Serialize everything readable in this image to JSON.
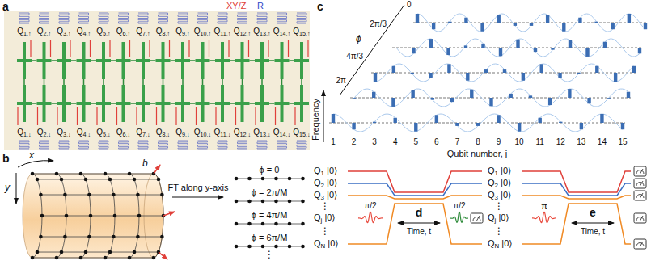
{
  "diagram": {
    "labels": [
      "a",
      "XY/Z",
      "R",
      "Q1,↑",
      "Q2,↑",
      "Q3,↑",
      "Q4,↑",
      "Q5,↑",
      "Q6,↑",
      "Q7,↑",
      "Q8,↑",
      "Q9,↑",
      "Q10,↑",
      "Q11,↑",
      "Q12,↑",
      "Q13,↑",
      "Q14,↑",
      "Q15,↑",
      "Q1,↓",
      "Q2,↓",
      "Q3,↓",
      "Q4,↓",
      "Q5,↓",
      "Q6,↓",
      "Q7,↓",
      "Q8,↓",
      "Q9,↓",
      "Q10,↓",
      "Q11,↓",
      "Q12,↓",
      "Q13,↓",
      "Q14,↓",
      "Q15,↓",
      "b",
      "x",
      "y",
      "b",
      "FT along y-axis",
      "ϕ = 0",
      "ϕ = 2π/M",
      "ϕ = 4π/M",
      "ϕ = 6π/M",
      "⋮",
      "c",
      "ϕ",
      "0",
      "2π/3",
      "4π/3",
      "2π",
      "Frequency",
      "1",
      "2",
      "3",
      "4",
      "5",
      "6",
      "7",
      "8",
      "9",
      "10",
      "11",
      "12",
      "13",
      "14",
      "15",
      "Qubit number, j",
      "Q1 |0⟩",
      "Q2 |0⟩",
      "Q3 |0⟩",
      "⋮",
      "Qj |0⟩",
      "⋮",
      "QN |0⟩",
      "π/2",
      "π/2",
      "d",
      "Time, t",
      "Q1 |0⟩",
      "Q2 |0⟩",
      "Q3 |0⟩",
      "⋮",
      "Qj |0⟩",
      "⋮",
      "QN |0⟩",
      "π",
      "e",
      "Time, t"
    ]
  }
}
